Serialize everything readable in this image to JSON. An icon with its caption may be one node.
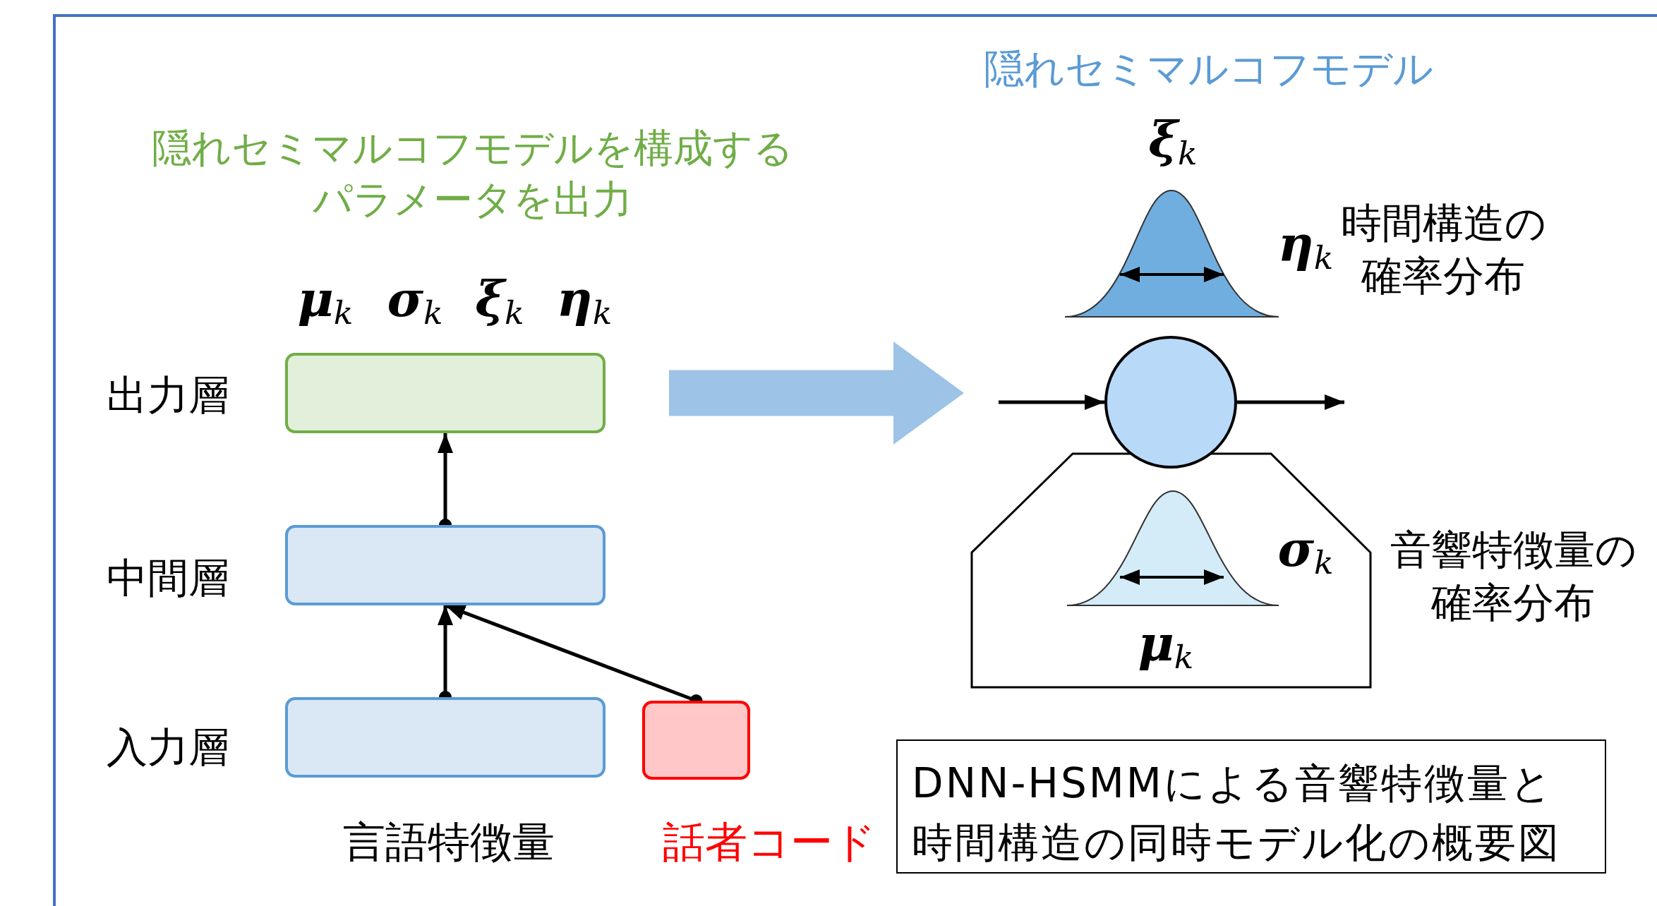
{
  "diagram": {
    "nodes": [
      {
        "text": [],
        "shape": "box",
        "beside": [
          "出力層",
          "**μ**$_{k}$",
          "**σ**$_{k}$",
          "**ξ**$_{k}$",
          "**η**$_{k}$"
        ]
      },
      {
        "text": [],
        "shape": "circle"
      },
      {
        "text": [],
        "shape": "box",
        "beside": [
          "中間層"
        ]
      },
      {
        "text": [
          "**σ**$_{k}$",
          "**μ**$_{k}$"
        ],
        "beside": [
          "音響特徴量の確率分布"
        ]
      },
      {
        "text": [],
        "shape": "box",
        "beside": [
          "入力層",
          "言語特徴量"
        ]
      },
      {
        "text": [],
        "shape": "box",
        "beside": [
          "話者コード"
        ]
      },
      {
        "text": [
          "DNN-HSMMによる音響特徴量と時間構造の同時モデル化の概要図"
        ]
      }
    ],
    "edges": [
      {
        "from": 4,
        "to": 2,
        "arrow": "to"
      },
      {
        "from": 2,
        "to": 0,
        "arrow": "to"
      },
      {
        "from": 5,
        "to": 2,
        "arrow": "to"
      },
      {
        "from": 0,
        "to": 3,
        "arrow": "to",
        "style": "thick",
        "color": "#9dc3e6"
      },
      {
        "from": null,
        "to": 1,
        "arrow": "to"
      },
      {
        "from": 1,
        "to": null,
        "arrow": "to"
      }
    ],
    "labels": [
      "隠れセミマルコフモデル",
      "**ξ**$_{k}$",
      "隠れセミマルコフモデルを構成するパラメータを出力",
      "時間構造の確率分布",
      "**η**$_{k}$"
    ]
  }
}
